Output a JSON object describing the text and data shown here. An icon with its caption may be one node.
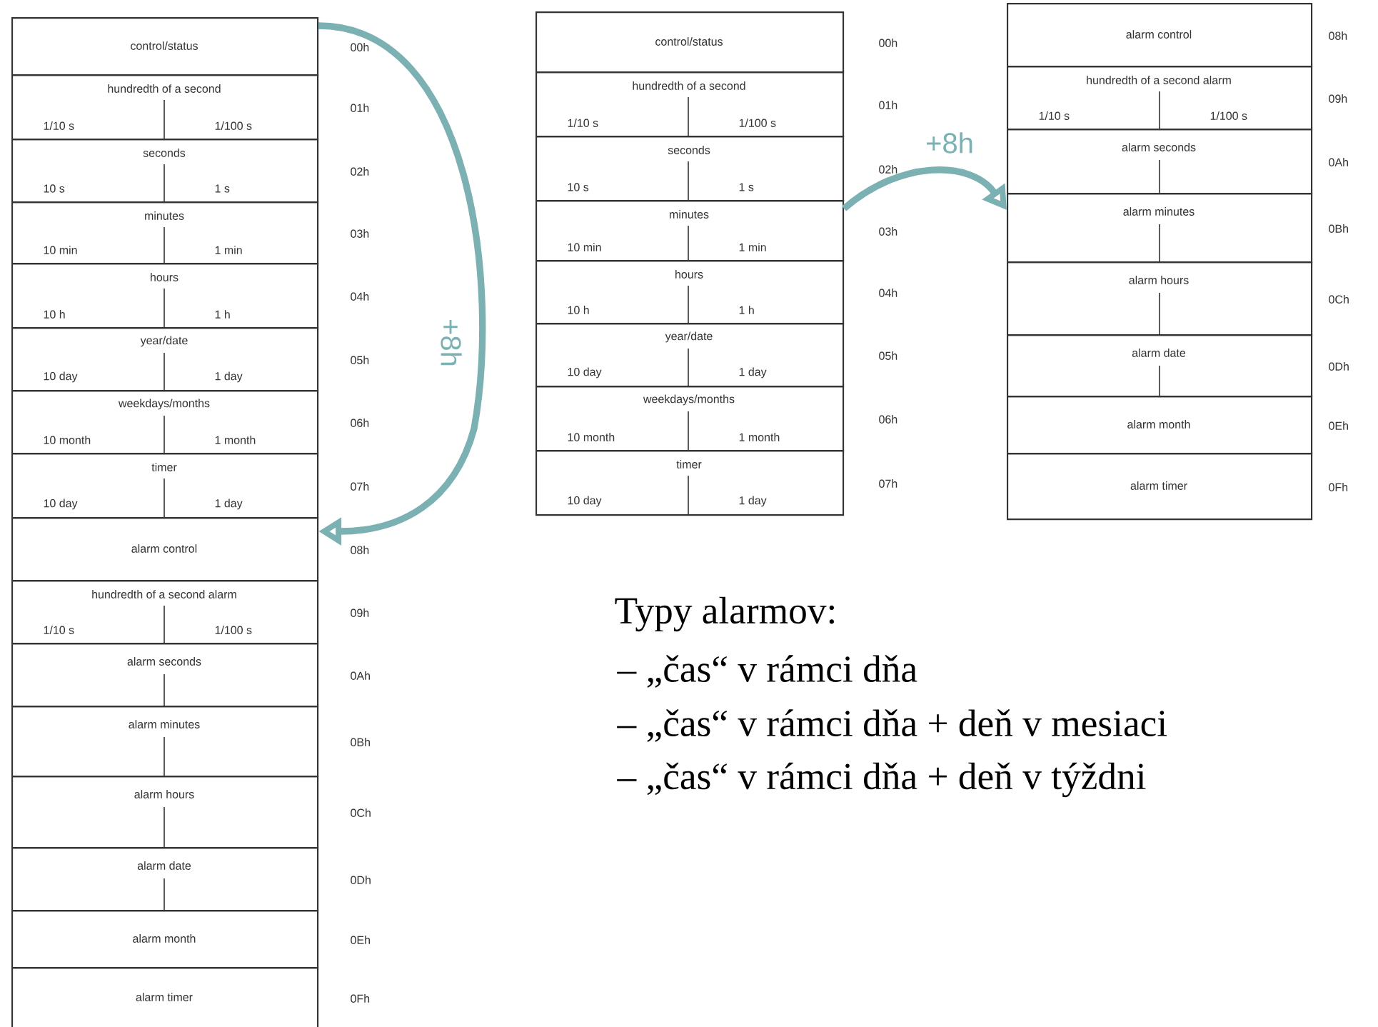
{
  "diagram": {
    "nodes": [
      {
        "text": [
          "control/status"
        ],
        "beside": [
          "00h"
        ]
      },
      {
        "text": [
          "hundredth of a second",
          "1/10 s",
          "1/100 s"
        ],
        "beside": [
          "01h"
        ]
      },
      {
        "text": [
          "seconds",
          "10 s",
          "1 s"
        ],
        "beside": [
          "02h"
        ]
      },
      {
        "text": [
          "minutes",
          "10 min",
          "1 min"
        ],
        "beside": [
          "03h"
        ]
      },
      {
        "text": [
          "hours",
          "10 h",
          "1 h"
        ],
        "beside": [
          "04h"
        ]
      },
      {
        "text": [
          "year/date",
          "10 day",
          "1 day"
        ],
        "beside": [
          "05h"
        ]
      },
      {
        "text": [
          "weekdays/months",
          "10 month",
          "1 month"
        ],
        "beside": [
          "06h"
        ]
      },
      {
        "text": [
          "timer",
          "10 day",
          "1 day"
        ],
        "beside": [
          "07h"
        ]
      },
      {
        "text": [
          "alarm control"
        ],
        "beside": [
          "08h"
        ]
      },
      {
        "text": [
          "hundredth of a second alarm",
          "1/10 s",
          "1/100 s"
        ],
        "beside": [
          "09h"
        ]
      },
      {
        "text": [
          "alarm seconds"
        ],
        "beside": [
          "0Ah"
        ]
      },
      {
        "text": [
          "alarm minutes"
        ],
        "beside": [
          "0Bh"
        ]
      },
      {
        "text": [
          "alarm hours"
        ],
        "beside": [
          "0Ch"
        ]
      },
      {
        "text": [
          "alarm date"
        ],
        "beside": [
          "0Dh"
        ]
      },
      {
        "text": [
          "alarm month"
        ],
        "beside": [
          "0Eh"
        ]
      },
      {
        "text": [
          "alarm timer"
        ],
        "beside": [
          "0Fh"
        ]
      },
      {
        "text": [
          "control/status"
        ],
        "beside": [
          "00h"
        ]
      },
      {
        "text": [
          "hundredth of a second",
          "1/10 s",
          "1/100 s"
        ],
        "beside": [
          "01h"
        ]
      },
      {
        "text": [
          "seconds",
          "10 s",
          "1 s"
        ],
        "beside": [
          "02h"
        ]
      },
      {
        "text": [
          "minutes",
          "10 min",
          "1 min"
        ],
        "beside": [
          "03h"
        ]
      },
      {
        "text": [
          "hours",
          "10 h",
          "1 h"
        ],
        "beside": [
          "04h"
        ]
      },
      {
        "text": [
          "year/date",
          "10 day",
          "1 day"
        ],
        "beside": [
          "05h"
        ]
      },
      {
        "text": [
          "weekdays/months",
          "10 month",
          "1 month"
        ],
        "beside": [
          "06h"
        ]
      },
      {
        "text": [
          "timer",
          "10 day",
          "1 day"
        ],
        "beside": [
          "07h"
        ]
      },
      {
        "text": [
          "alarm control"
        ],
        "beside": [
          "08h"
        ]
      },
      {
        "text": [
          "hundredth of a second alarm",
          "1/10 s",
          "1/100 s"
        ],
        "beside": [
          "09h"
        ]
      },
      {
        "text": [
          "alarm seconds"
        ],
        "beside": [
          "0Ah"
        ]
      },
      {
        "text": [
          "alarm minutes"
        ],
        "beside": [
          "0Bh"
        ]
      },
      {
        "text": [
          "alarm hours"
        ],
        "beside": [
          "0Ch"
        ]
      },
      {
        "text": [
          "alarm date"
        ],
        "beside": [
          "0Dh"
        ]
      },
      {
        "text": [
          "alarm month"
        ],
        "beside": [
          "0Eh"
        ]
      },
      {
        "text": [
          "alarm timer"
        ],
        "beside": [
          "0Fh"
        ]
      }
    ],
    "edges": [
      {
        "from": 0,
        "to": 8,
        "arrow": "to",
        "label": "+8h"
      },
      {
        "from": 19,
        "to": 27,
        "arrow": "to",
        "label": "+8h"
      }
    ],
    "labels": [
      "Typy alarmov:",
      "– „čas“ v rámci dňa",
      "– „čas“ v rámci dňa + deň v mesiaci",
      "– „čas“ v rámci dňa + deň v týždni"
    ]
  }
}
